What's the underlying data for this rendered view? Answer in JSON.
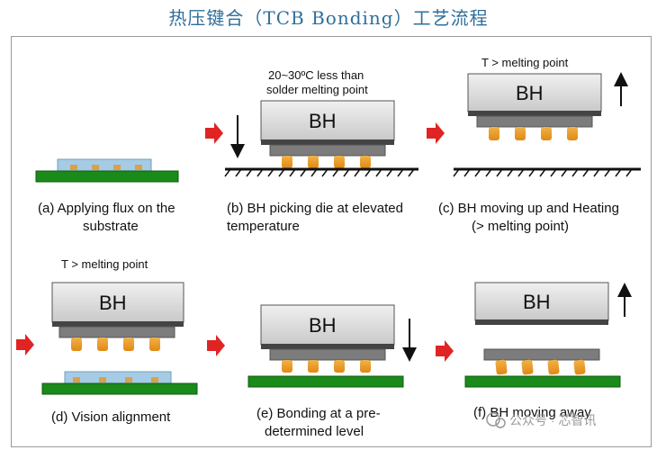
{
  "title": "热压键合（TCB Bonding）工艺流程",
  "bh_label": "BH",
  "panels": {
    "a": {
      "caption_l1": "(a) Applying flux on the",
      "caption_l2": "substrate"
    },
    "b": {
      "note_l1": "20~30ºC less than",
      "note_l2": "solder melting point",
      "caption_l1": "(b) BH picking die at elevated",
      "caption_l2": "temperature"
    },
    "c": {
      "note": "T > melting point",
      "caption_l1": "(c) BH moving up and Heating",
      "caption_l2": "(> melting point)"
    },
    "d": {
      "note": "T > melting point",
      "caption_l1": "(d) Vision alignment"
    },
    "e": {
      "caption_l1": "(e) Bonding at a pre-",
      "caption_l2": "determined level"
    },
    "f": {
      "caption_l1": "(f) BH moving away"
    }
  },
  "watermark": "公众号 · 芯智讯",
  "colors": {
    "title": "#2f6f9a",
    "substrate": "#1a8a1a",
    "bond_head": "#d8d8d8",
    "die": "#7c7c7c",
    "bump": "#e89a28",
    "flux": "#a6cbe5",
    "step_arrow": "#e02424"
  }
}
